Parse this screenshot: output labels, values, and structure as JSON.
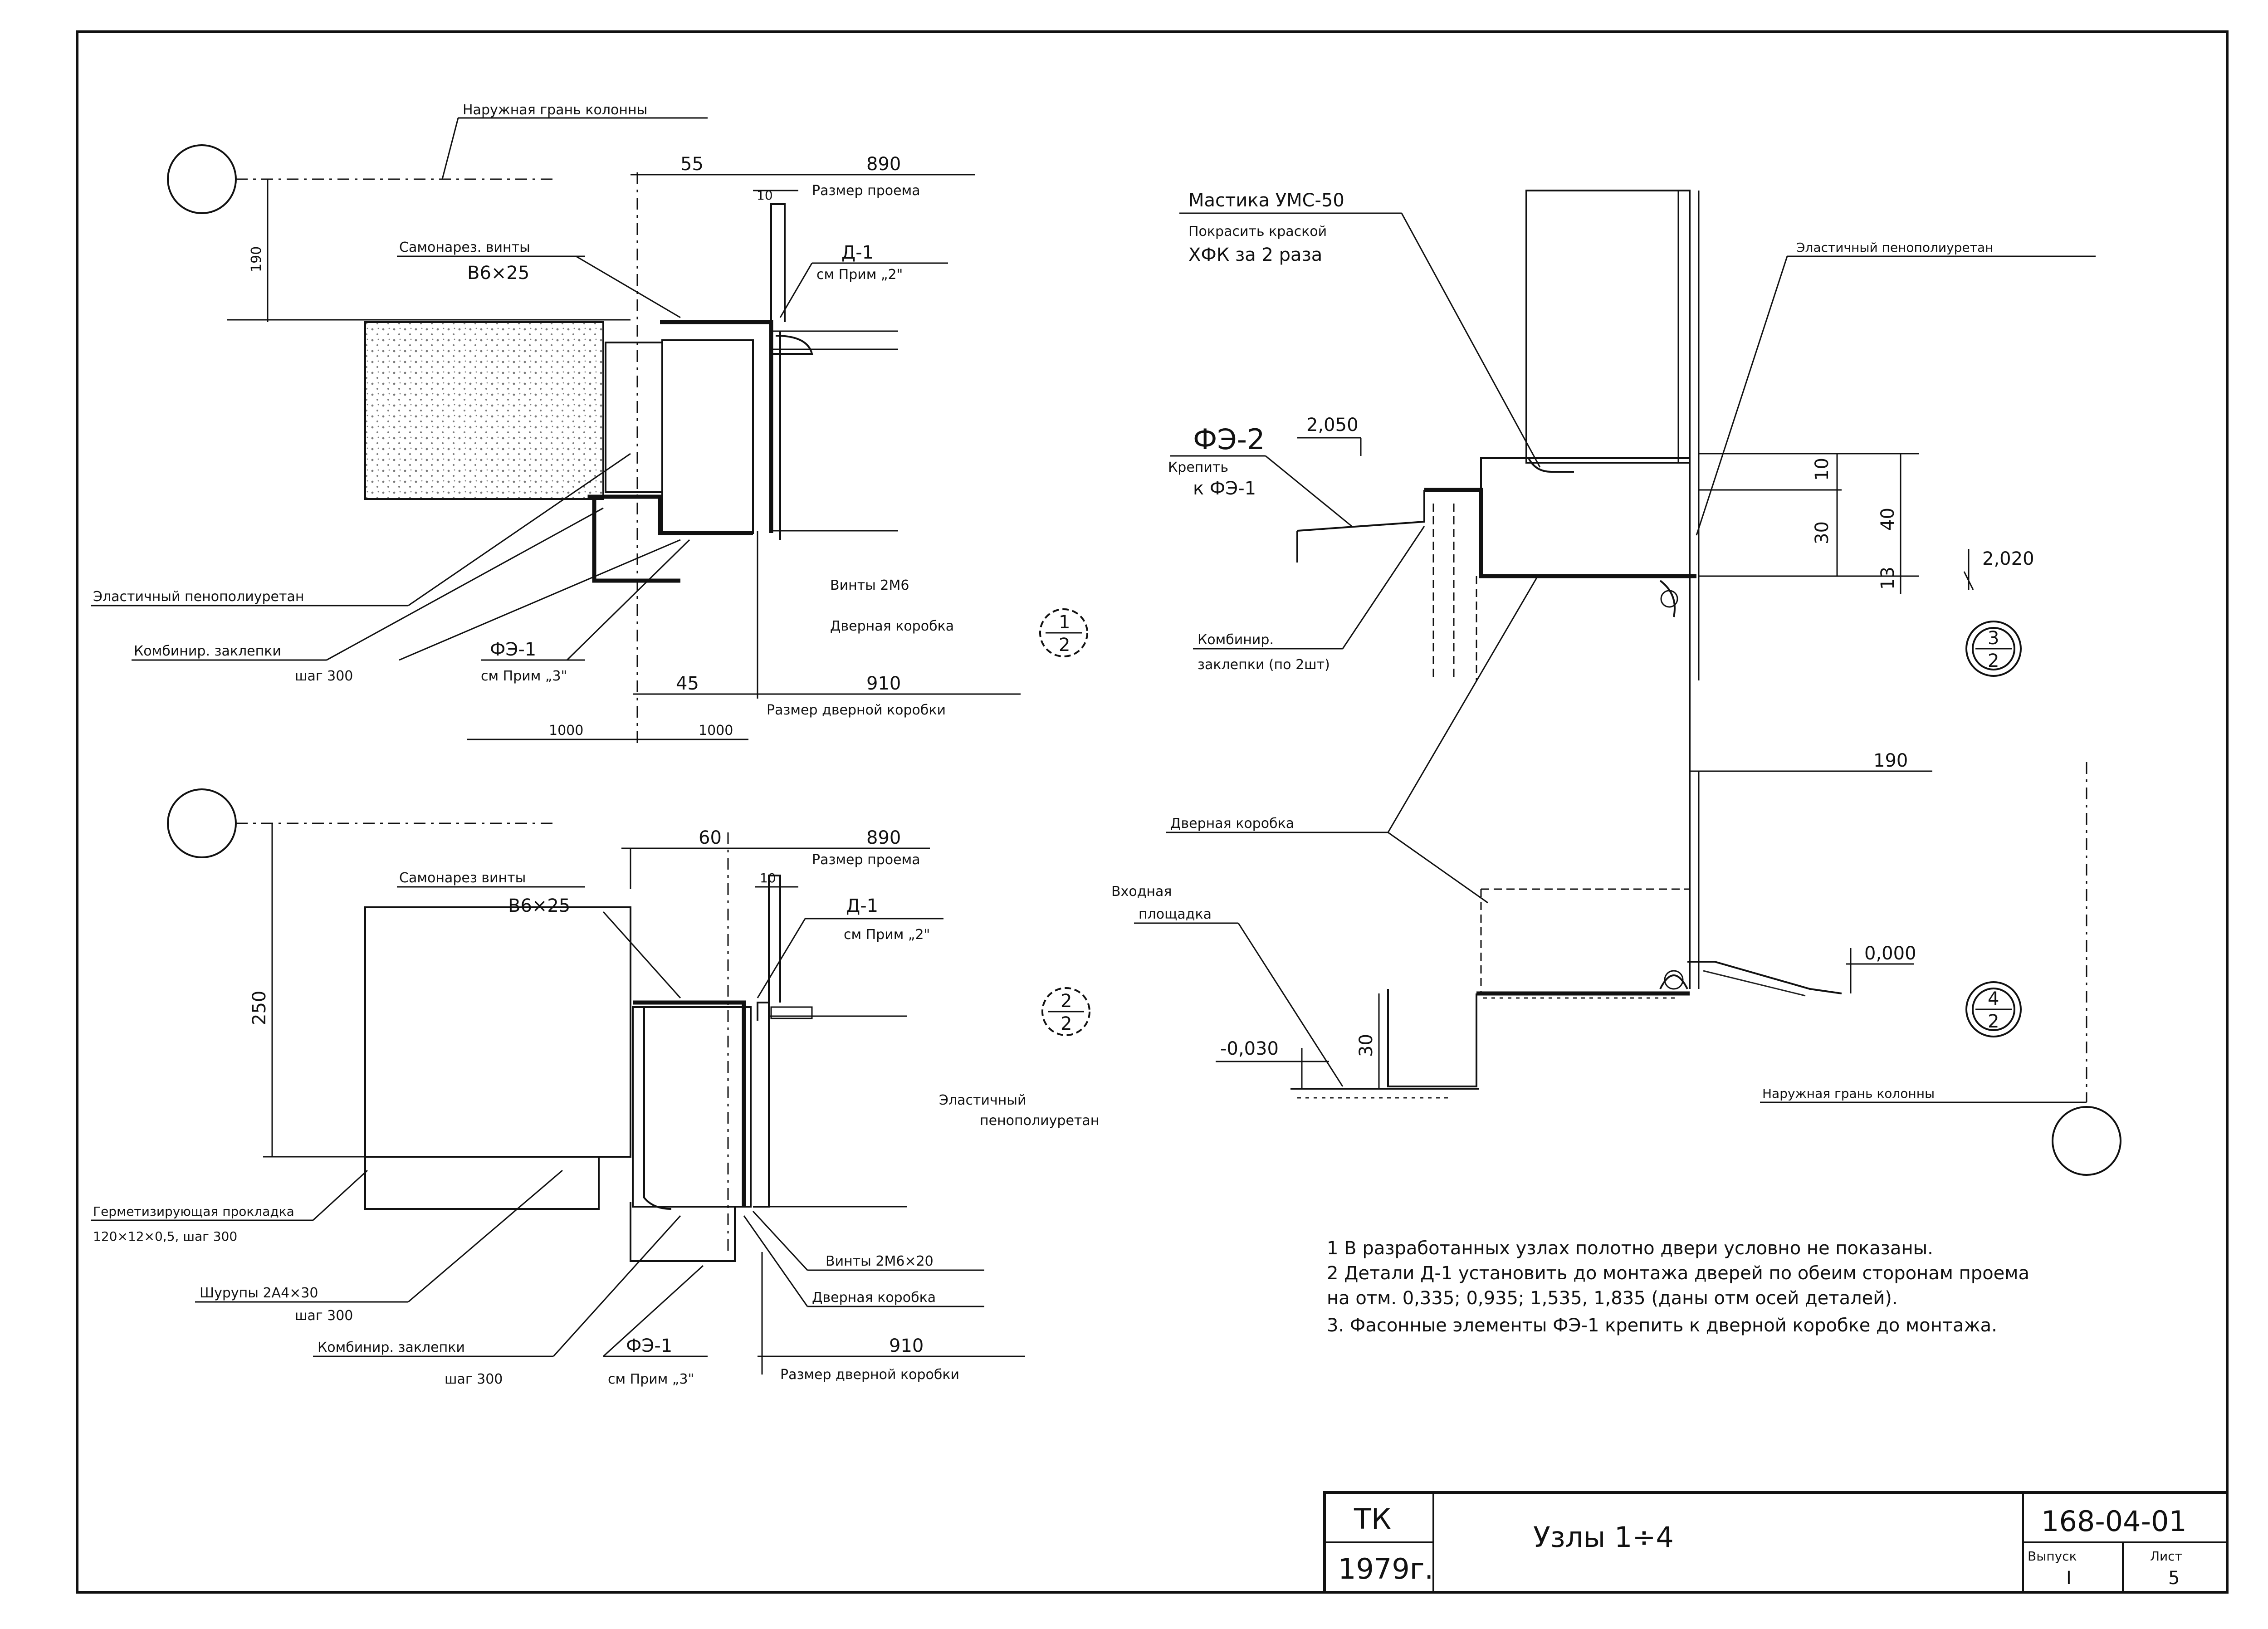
{
  "node1": {
    "outer_face": "Наружная грань колонны",
    "dim_190": "190",
    "dim_55": "55",
    "dim_890": "890",
    "opening_size": "Размер проема",
    "dim_10": "10",
    "screws_title": "Самонарез. винты",
    "screws_size": "В6×25",
    "detail_d1": "Д-1",
    "see_note2": "см Прим „2\"",
    "foam": "Эластичный пенополиуретан",
    "rivets": "Комбинир. заклепки",
    "step300": "шаг 300",
    "fe1": "ФЭ-1",
    "see_note3": "см Прим „3\"",
    "screws2": "Винты 2М6",
    "door_frame": "Дверная коробка",
    "dim_45": "45",
    "dim_910": "910",
    "frame_size": "Размер дверной коробки",
    "dim_1000a": "1000",
    "dim_1000b": "1000",
    "badge_num": "1",
    "badge_den": "2"
  },
  "node2": {
    "dim_250": "250",
    "dim_60": "60",
    "dim_890": "890",
    "opening_size": "Размер проема",
    "dim_10": "10",
    "screws_title": "Самонарез винты",
    "screws_size": "В6×25",
    "detail_d1": "Д-1",
    "see_note2": "см Прим „2\"",
    "foam_1": "Эластичный",
    "foam_2": "пенополиуретан",
    "tape_1": "Герметизирующая прокладка",
    "tape_2": "120×12×0,5, шаг 300",
    "screws_2a": "Шурупы 2А4×30",
    "step300a": "шаг 300",
    "rivets": "Комбинир. заклепки",
    "step300b": "шаг 300",
    "fe1": "ФЭ-1",
    "see_note3": "см Прим „3\"",
    "screws2": "Винты 2М6×20",
    "door_frame": "Дверная коробка",
    "dim_910": "910",
    "frame_size": "Размер дверной коробки",
    "badge_num": "2",
    "badge_den": "2"
  },
  "node3": {
    "mastic": "Мастика УМС-50",
    "paint_1": "Покрасить краской",
    "paint_2": "ХФК за 2 раза",
    "foam": "Эластичный пенополиуретан",
    "fe2": "ФЭ-2",
    "fasten_1": "Крепить",
    "fasten_2": "к ФЭ-1",
    "level_2050": "2,050",
    "dim_10": "10",
    "dim_30": "30",
    "dim_40": "40",
    "dim_13": "13",
    "level_2020": "2,020",
    "rivets_1": "Комбинир.",
    "rivets_2": "заклепки (по 2шт)",
    "badge_num": "3",
    "badge_den": "2"
  },
  "node4": {
    "dim_190": "190",
    "door_frame": "Дверная коробка",
    "entry_1": "Входная",
    "entry_2": "площадка",
    "level_0000": "0,000",
    "level_m0030": "-0,030",
    "dim_30": "30",
    "outer_face": "Наружная грань колонны",
    "badge_num": "4",
    "badge_den": "2"
  },
  "notes": [
    "1 В разработанных узлах полотно двери условно не показаны.",
    "2 Детали Д-1 установить до монтажа дверей по обеим сторонам проема",
    "на отм. 0,335; 0,935; 1,535, 1,835 (даны отм осей деталей).",
    "3. Фасонные элементы ФЭ-1 крепить к дверной коробке до монтажа."
  ],
  "title_block": {
    "code": "ТК",
    "year": "1979г.",
    "title": "Узлы 1÷4",
    "doc_number": "168-04-01",
    "issue_label": "Выпуск",
    "issue_value": "I",
    "sheet_label": "Лист",
    "sheet_value": "5"
  }
}
